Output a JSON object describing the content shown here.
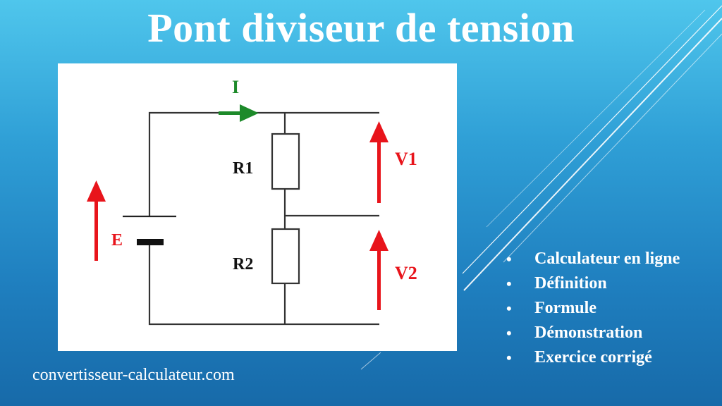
{
  "title": "Pont diviseur de tension",
  "diagram": {
    "current_label": "I",
    "source_label": "E",
    "resistor1_label": "R1",
    "resistor2_label": "R2",
    "voltage1_label": "V1",
    "voltage2_label": "V2"
  },
  "menu": {
    "items": [
      {
        "label": "Calculateur en ligne"
      },
      {
        "label": "Définition"
      },
      {
        "label": "Formule"
      },
      {
        "label": "Démonstration"
      },
      {
        "label": "Exercice corrigé"
      }
    ]
  },
  "footer": {
    "site": "convertisseur-calculateur.com"
  },
  "colors": {
    "accent_red": "#e8141b",
    "accent_green": "#1d8a2a",
    "wire": "#333333",
    "text_white": "#ffffff"
  }
}
